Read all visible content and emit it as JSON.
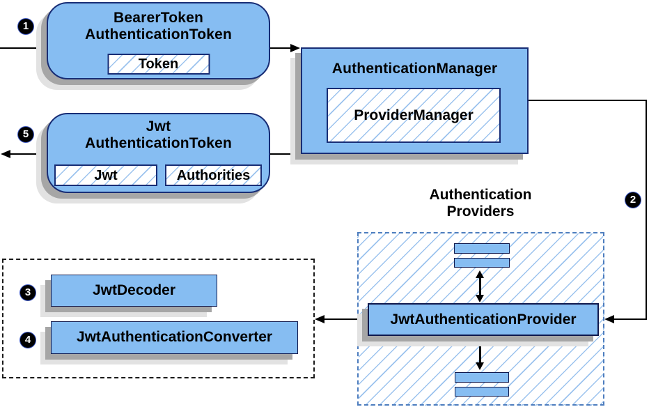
{
  "diagram": {
    "bearer_box": {
      "title_line1": "BearerToken",
      "title_line2": "AuthenticationToken",
      "chip": "Token"
    },
    "manager_box": {
      "title": "AuthenticationManager",
      "chip": "ProviderManager"
    },
    "jwt_box": {
      "title_line1": "Jwt",
      "title_line2": "AuthenticationToken",
      "chip_jwt": "Jwt",
      "chip_authorities": "Authorities"
    },
    "providers": {
      "label_line1": "Authentication",
      "label_line2": "Providers",
      "provider": "JwtAuthenticationProvider"
    },
    "converters": {
      "decoder": "JwtDecoder",
      "converter": "JwtAuthenticationConverter"
    },
    "steps": {
      "s1": "1",
      "s2": "2",
      "s3": "3",
      "s4": "4",
      "s5": "5"
    },
    "colors": {
      "node_fill": "#86bdf2",
      "node_border": "#182d75",
      "hatch_line": "#9cc3ee",
      "dashed_group_border": "#4d7dbe",
      "dotted_group_border": "#1a1a1a",
      "shadow_dark": "#a6a6a6",
      "shadow_light": "#e2e2e2",
      "connector": "#000000",
      "badge_bg": "#000000",
      "badge_text": "#ffffff"
    }
  }
}
